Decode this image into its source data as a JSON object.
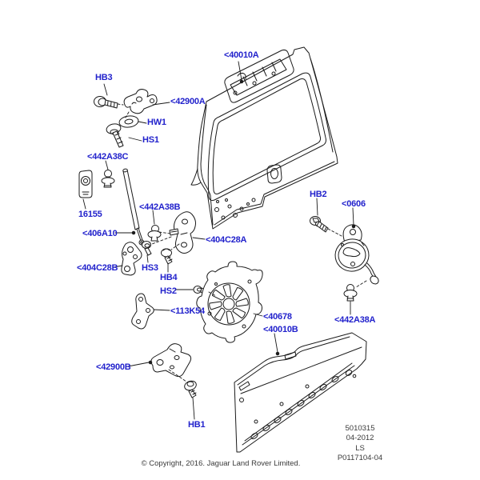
{
  "diagram": {
    "label_color": "#2222cc",
    "labels": [
      {
        "id": "HB3",
        "text": "HB3"
      },
      {
        "id": "40010A",
        "text": "<40010A"
      },
      {
        "id": "42900A",
        "text": "<42900A"
      },
      {
        "id": "HW1",
        "text": "HW1"
      },
      {
        "id": "HS1",
        "text": "HS1"
      },
      {
        "id": "442A38C",
        "text": "<442A38C"
      },
      {
        "id": "16155",
        "text": "16155"
      },
      {
        "id": "442A38B",
        "text": "<442A38B"
      },
      {
        "id": "406A10",
        "text": "<406A10"
      },
      {
        "id": "404C28A",
        "text": "<404C28A"
      },
      {
        "id": "404C28B",
        "text": "<404C28B"
      },
      {
        "id": "HS3",
        "text": "HS3"
      },
      {
        "id": "HB4",
        "text": "HB4"
      },
      {
        "id": "HS2",
        "text": "HS2"
      },
      {
        "id": "113K54",
        "text": "<113K54"
      },
      {
        "id": "40678",
        "text": "<40678"
      },
      {
        "id": "40010B",
        "text": "<40010B"
      },
      {
        "id": "42900B",
        "text": "<42900B"
      },
      {
        "id": "HB1",
        "text": "HB1"
      },
      {
        "id": "HB2",
        "text": "HB2"
      },
      {
        "id": "0606",
        "text": "<0606"
      },
      {
        "id": "442A38A",
        "text": "<442A38A"
      }
    ]
  },
  "stamp": {
    "catalog_number": "5010315",
    "date": "04-2012",
    "model_code": "LS",
    "plate_number": "P0117104-04"
  },
  "footer": {
    "copyright": "© Copyright, 2016. Jaguar Land Rover Limited."
  }
}
